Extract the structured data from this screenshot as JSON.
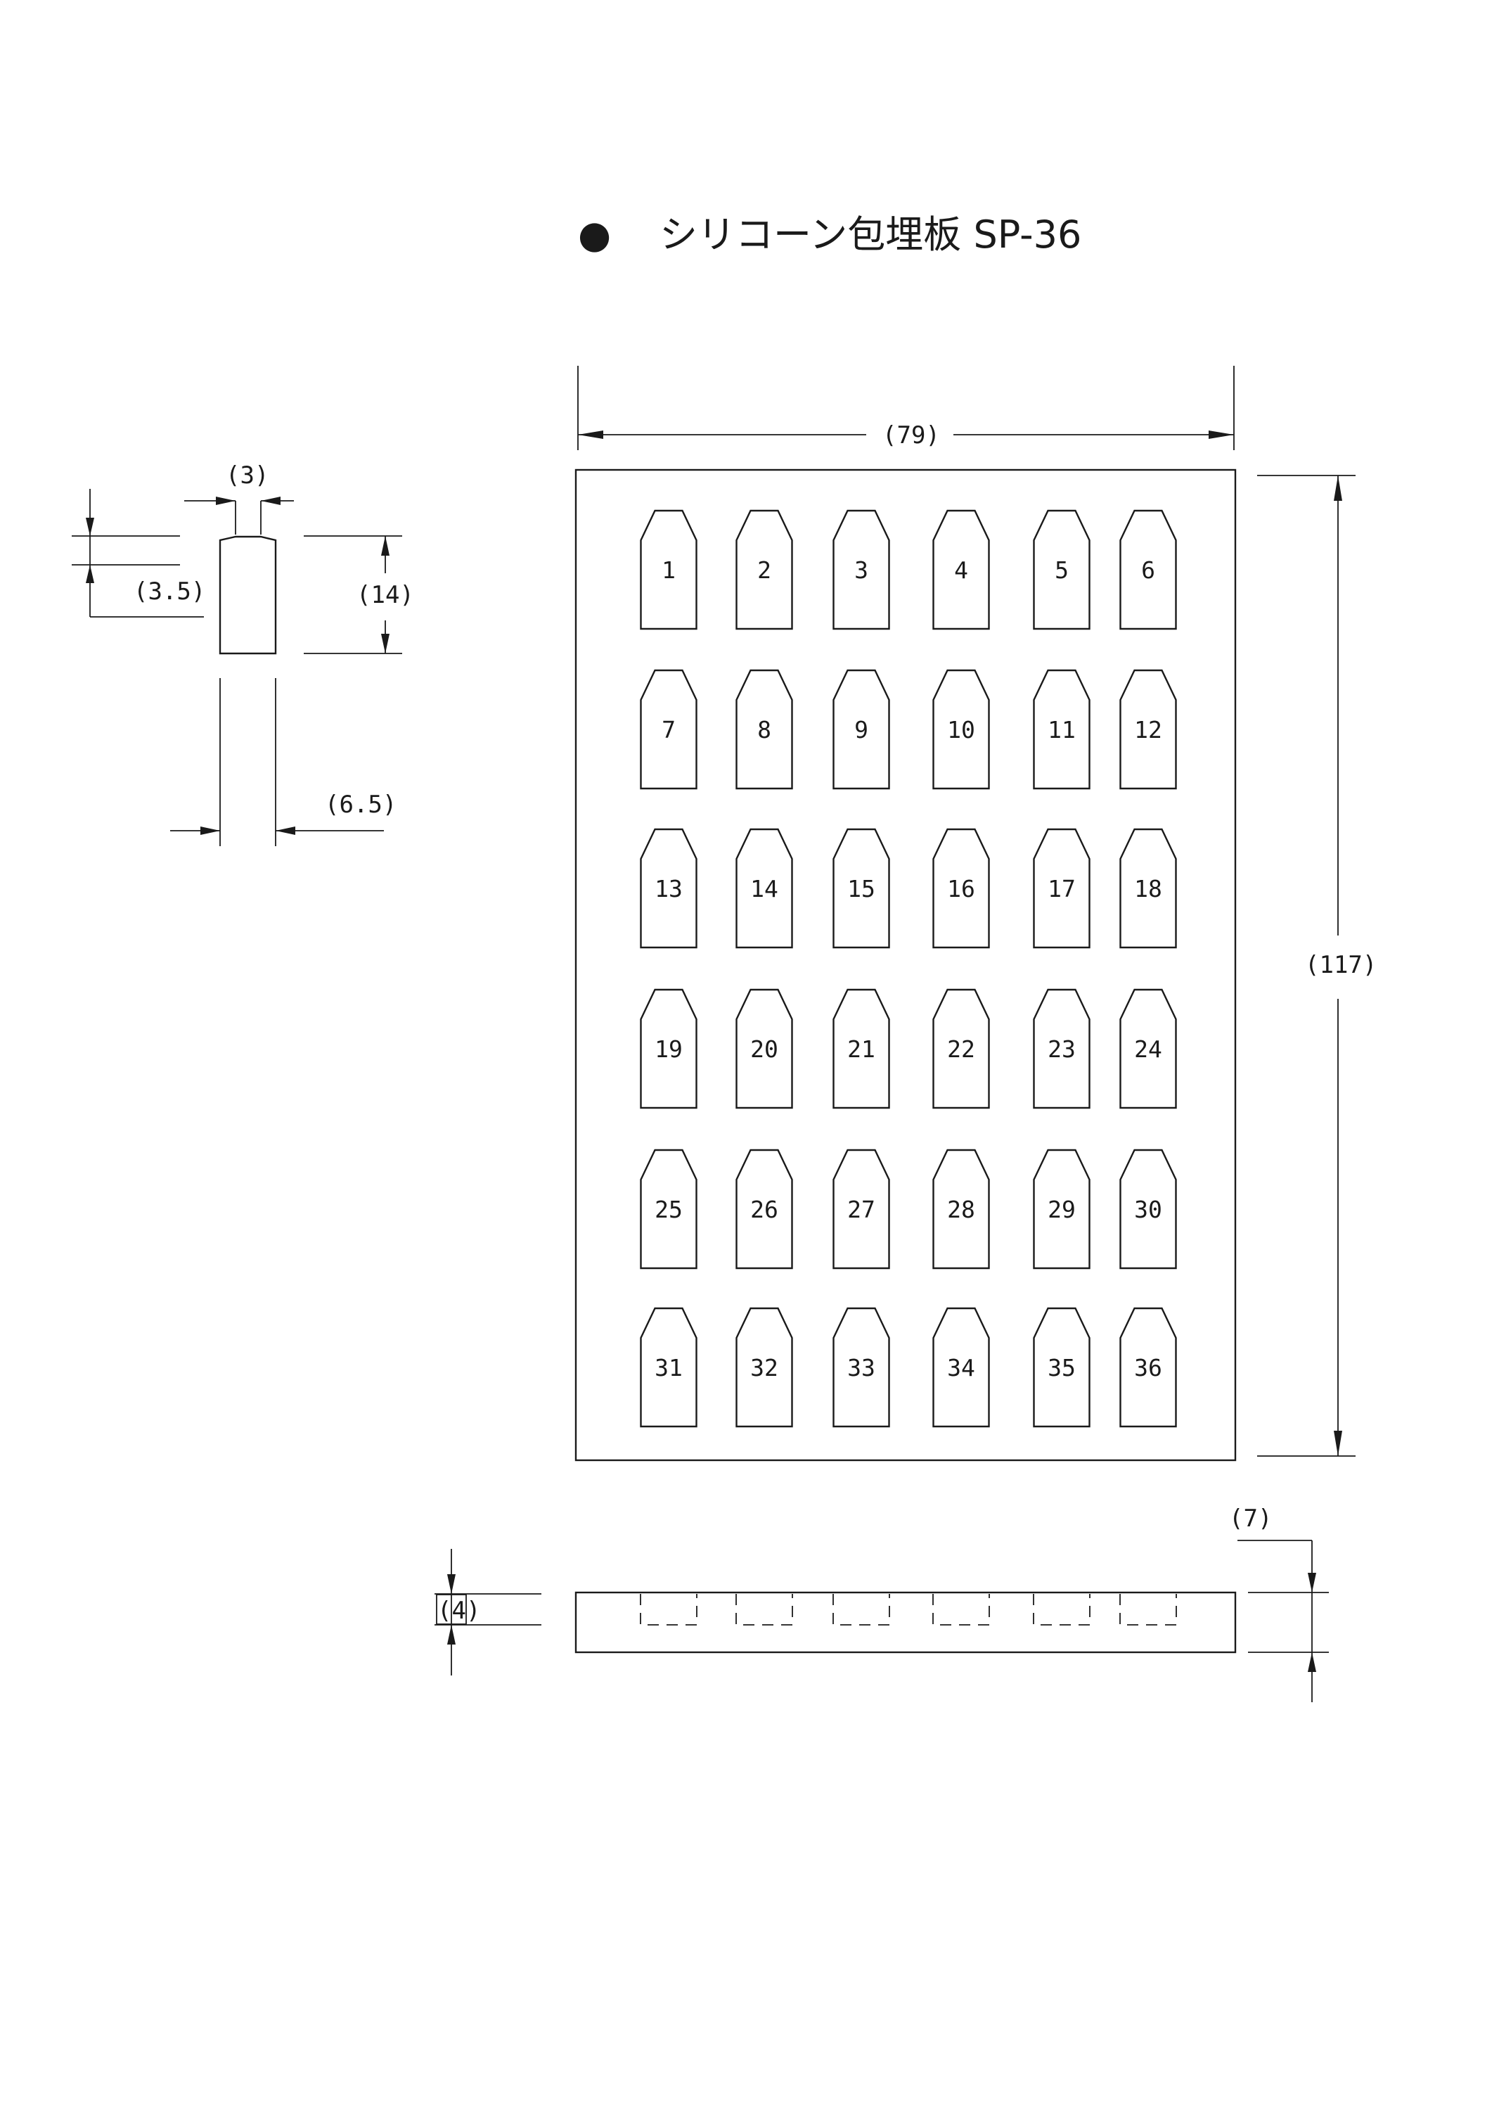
{
  "title": {
    "bullet": "●",
    "text": "シリコーン包埋板 SP-36"
  },
  "dimensions": {
    "plate_width": "(79)",
    "plate_height": "(117)",
    "plate_thickness": "(7)",
    "well_depth": "(4)",
    "well_height": "(14)",
    "well_top_width": "(3)",
    "well_taper": "(3.5)",
    "well_width": "(6.5)"
  },
  "wells": {
    "labels": [
      "1",
      "2",
      "3",
      "4",
      "5",
      "6",
      "7",
      "8",
      "9",
      "10",
      "11",
      "12",
      "13",
      "14",
      "15",
      "16",
      "17",
      "18",
      "19",
      "20",
      "21",
      "22",
      "23",
      "24",
      "25",
      "26",
      "27",
      "28",
      "29",
      "30",
      "31",
      "32",
      "33",
      "34",
      "35",
      "36"
    ],
    "rows": 6,
    "columns": 6
  }
}
